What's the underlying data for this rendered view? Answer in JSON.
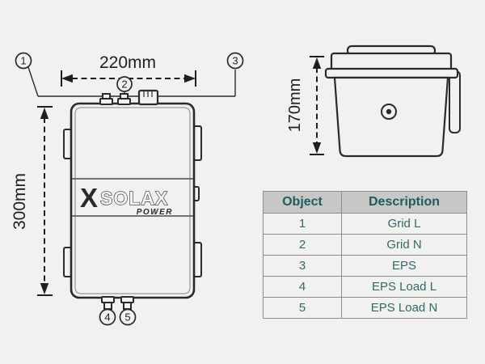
{
  "front_view": {
    "width_dimension": "220mm",
    "height_dimension": "300mm",
    "callout_1": "1",
    "callout_2": "2",
    "callout_3": "3",
    "callout_4": "4",
    "callout_5": "5",
    "logo_x": "X",
    "logo_brand": "SOLAX",
    "logo_sub": "POWER"
  },
  "side_view": {
    "height_dimension": "170mm"
  },
  "table": {
    "headers": [
      "Object",
      "Description"
    ],
    "rows": [
      {
        "object": "1",
        "description": "Grid L"
      },
      {
        "object": "2",
        "description": "Grid N"
      },
      {
        "object": "3",
        "description": "EPS"
      },
      {
        "object": "4",
        "description": "EPS Load L"
      },
      {
        "object": "5",
        "description": "EPS Load N"
      }
    ]
  },
  "colors": {
    "background": "#f1f1ef",
    "line": "#2a2a2a",
    "table_text": "#2f6a6a",
    "table_header_text": "#1e5d5d",
    "table_header_bg": "#c7c7c6",
    "table_border": "#8d8d8d"
  }
}
